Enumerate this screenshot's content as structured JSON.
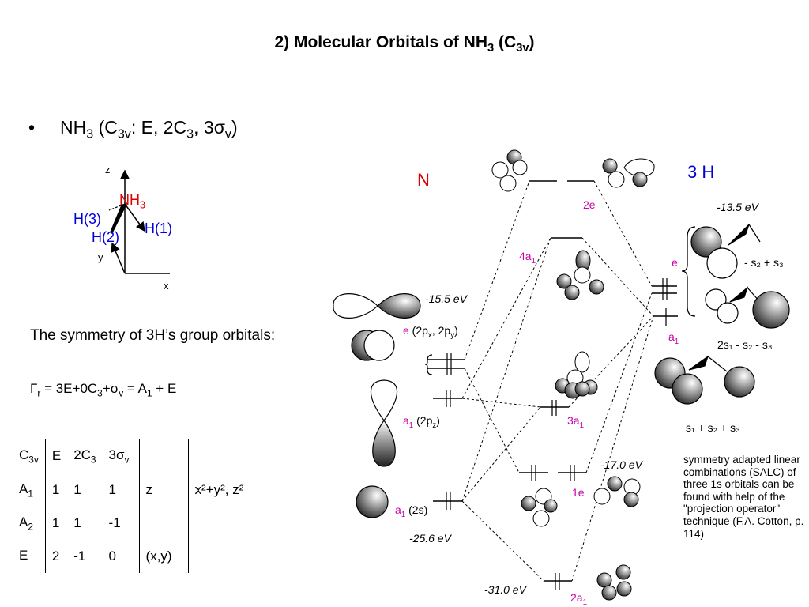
{
  "title": {
    "main": "2) Molecular Orbitals of NH",
    "sub3": "3",
    "paren": " (C",
    "sub3v": "3v",
    "close": ")"
  },
  "bullet": {
    "symbol": "•",
    "text1": "NH",
    "sub1": "3",
    "text2": " (C",
    "sub2": "3v",
    "text3": ": E, 2C",
    "sub3": "3",
    "text4": ", 3σ",
    "sub4": "v",
    "text5": ")"
  },
  "axes": {
    "z": "z",
    "y": "y",
    "x": "x",
    "nh3": "NH",
    "nh3_sub": "3",
    "h1": "H(1)",
    "h2": "H(2)",
    "h3": "H(3)"
  },
  "symmetry_text": "The symmetry of 3H’s group orbitals:",
  "gamma": {
    "g": "Γ",
    "r": "r",
    "eq": " = 3E+0C",
    "c3": "3",
    "plus": "+σ",
    "v": "v",
    "rest": " = A",
    "a1": "1",
    "end": " + E"
  },
  "char_table": {
    "header": {
      "c": "C",
      "c_sub": "3v",
      "e": "E",
      "c3": "2C",
      "c3_sub": "3",
      "sv": "3σ",
      "sv_sub": "v"
    },
    "rows": [
      {
        "name": "A",
        "sub": "1",
        "e": "1",
        "c3": "1",
        "sv": "1",
        "lin": "z",
        "quad": "x²+y², z²"
      },
      {
        "name": "A",
        "sub": "2",
        "e": "1",
        "c3": "1",
        "sv": "-1",
        "lin": "",
        "quad": ""
      },
      {
        "name": "E",
        "sub": "",
        "e": "2",
        "c3": "-1",
        "sv": "0",
        "lin": "(x,y)",
        "quad": ""
      }
    ]
  },
  "diagram": {
    "n_label": "N",
    "h3_label": "3 H",
    "energies": {
      "e155": "-15.5 eV",
      "e256": "-25.6 eV",
      "e135": "-13.5 eV",
      "e170": "-17.0 eV",
      "e310": "-31.0 eV"
    },
    "n_orbitals": {
      "e_label": "e",
      "e_detail": " (2p",
      "px": "x",
      "comma": ", 2p",
      "py": "y",
      "e_close": ")",
      "a1p_label": "a",
      "a1p_sub": "1",
      "a1p_detail": " (2p",
      "pz": "z",
      "a1p_close": ")",
      "a1s_label": "a",
      "a1s_sub": "1",
      "a1s_detail": " (2s)"
    },
    "mo_labels": {
      "2e": "2e",
      "4a1": "4a",
      "4a1_sub": "1",
      "3a1": "3a",
      "3a1_sub": "1",
      "1e": "1e",
      "2a1": "2a",
      "2a1_sub": "1"
    },
    "h_orbitals": {
      "e": "e",
      "a1": "a",
      "a1_sub": "1",
      "salc1": "- s₂ + s₃",
      "salc2": "2s₁ - s₂ - s₃",
      "salc3": "s₁ + s₂ + s₃"
    }
  },
  "note": "symmetry adapted linear combinations (SALC) of three 1s orbitals can be found with help of the \"projection operator\" technique (F.A. Cotton, p. 114)"
}
